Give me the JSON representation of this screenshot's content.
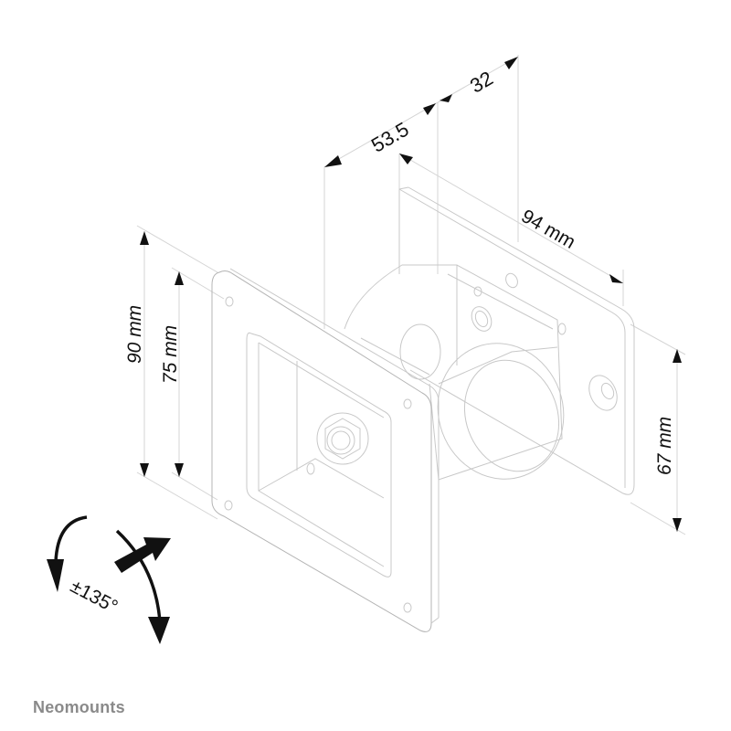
{
  "figure": {
    "type": "technical line drawing",
    "subject": "monitor wall mount (tilt/rotate bracket)",
    "colors": {
      "line": "#c8c8c8",
      "arrow": "#111111",
      "text": "#111111",
      "logo": "#8a8a8a",
      "background": "#ffffff"
    }
  },
  "dimensions": {
    "depth_front": "53.5",
    "depth_back": "32",
    "wall_plate_width": "94 mm",
    "vesa_outer_height": "90 mm",
    "vesa_inner_height": "75 mm",
    "wall_plate_height": "67 mm"
  },
  "rotation": {
    "label": "±135°"
  },
  "brand": {
    "logo_text": "Neomounts"
  }
}
